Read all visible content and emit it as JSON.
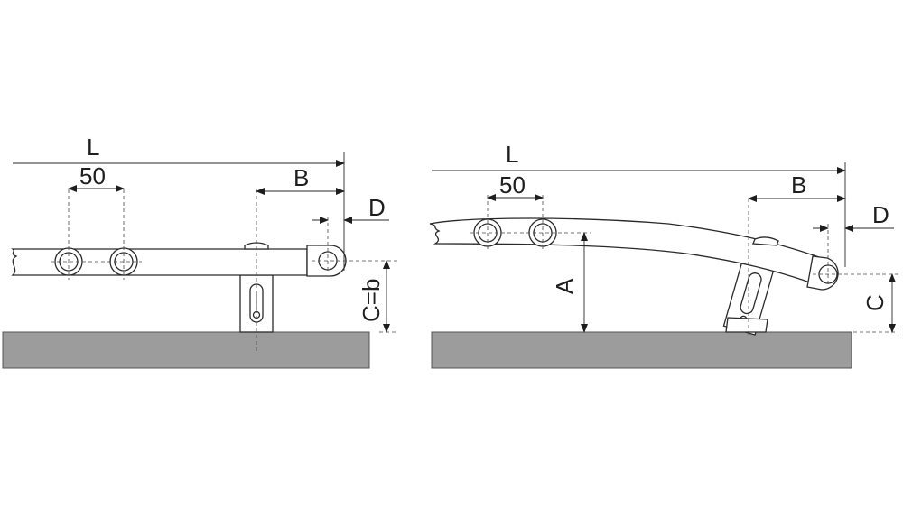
{
  "left_diagram": {
    "L": "L",
    "pitch": "50",
    "B": "B",
    "D": "D",
    "height": "C=b"
  },
  "right_diagram": {
    "L": "L",
    "pitch": "50",
    "B": "B",
    "D": "D",
    "A": "A",
    "C": "C"
  },
  "colors": {
    "floor": "#9c9c9c",
    "line": "#2a2a2a"
  }
}
